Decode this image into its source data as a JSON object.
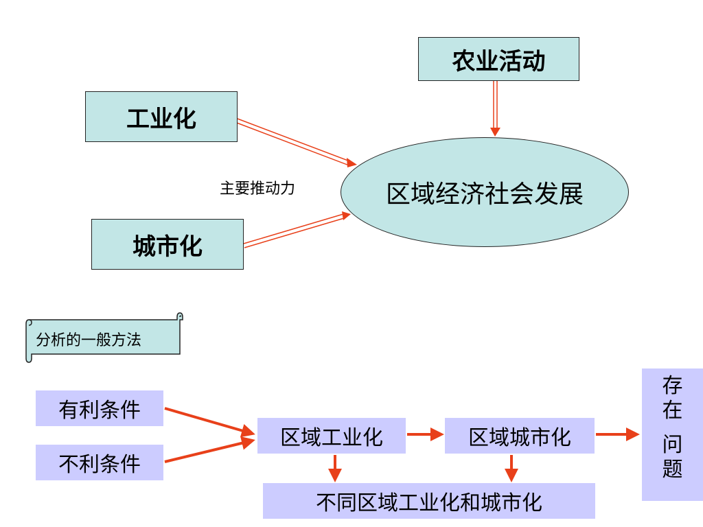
{
  "top": {
    "agriculture": "农业活动",
    "industrialization": "工业化",
    "urbanization": "城市化",
    "center": "区域经济社会发展",
    "driver_label": "主要推动力"
  },
  "scroll": {
    "label": "分析的一般方法"
  },
  "bottom": {
    "favorable": "有利条件",
    "unfavorable": "不利条件",
    "regional_industrialization": "区域工业化",
    "regional_urbanization": "区域城市化",
    "different_regions": "不同区域工业化和城市化",
    "problems": [
      "存",
      "在",
      "问",
      "题"
    ]
  },
  "colors": {
    "teal_box": "#c2e6e6",
    "lavender_box": "#ccccff",
    "arrow": "#e8401a"
  }
}
